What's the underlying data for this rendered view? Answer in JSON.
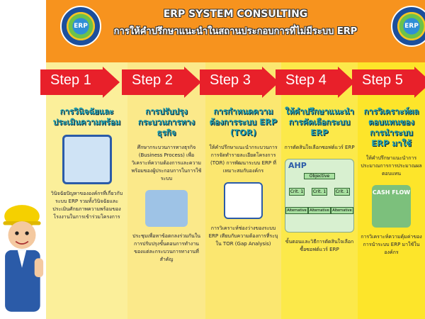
{
  "header": {
    "title": "ERP SYSTEM CONSULTING",
    "subtitle": "การให้คำปรึกษาแนะนำในสถานประกอบการที่ไม่มีระบบ ERP",
    "logo_text": "ERP"
  },
  "colors": {
    "header": "#f7931e",
    "arrow": "#e8202a",
    "heading": "#1f9fb0"
  },
  "steps": [
    {
      "label": "Step 1",
      "heading": "การวินิจฉัยและประเมินความพร้อม",
      "desc1": "วินิจฉัยปัญหาขององค์กรที่เกี่ยวกับระบบ ERP รวมทั้งวินิจฉัยและประเมินศักยภาพความพร้อมของโรงงานในการเข้าร่วมโครงการ",
      "desc2": "",
      "bg": "#fbef9a"
    },
    {
      "label": "Step 2",
      "heading": "การปรับปรุงกระบวนการทางธุรกิจ",
      "desc1": "ศึกษากระบวนการทางธุรกิจ (Business Process) เพื่อวิเคราะห์ความต้องการและความพร้อมของผู้ประกอบการในการใช้ระบบ",
      "desc2": "ประชุมเพื่อหาข้อตกลงร่วมกันในการปรับปรุงขั้นตอนการทำงานของแต่ละกระบวนการทางานที่สำคัญ",
      "bg": "#fbe98a"
    },
    {
      "label": "Step 3",
      "heading": "การกำหนดความต้องการระบบ ERP (TOR)",
      "desc1": "ให้คำปรึกษาแนะนำกระบวนการการจัดทำรายละเอียดโครงการ (TOR) การพัฒนาระบบ ERP ที่เหมาะสมกับองค์กร",
      "desc2": "การวิเคราะห์ช่องว่างของระบบ ERP เทียบกับความต้องการที่ระบุใน TOR (Gap Analysis)",
      "bg": "#fbe770"
    },
    {
      "label": "Step 4",
      "heading": "ให้คำปรึกษาแนะนำการคัดเลือกระบบ ERP",
      "desc1": "การตัดสินใจเลือกซอฟต์แวร์ ERP",
      "desc2": "ขั้นตอนและวิธีการตัดสินใจเลือกซื้อซอฟต์แวร์ ERP",
      "bg": "#fce94a"
    },
    {
      "label": "Step 5",
      "heading": "การวิเคราะห์ผลตอบแทนของการนำระบบ ERP มาใช้",
      "desc1": "ให้คำปรึกษาแนะนำการประมาณการการประมาณผลตอบแทน",
      "desc2": "การวิเคราะห์ความคุ้มค่าของการนำระบบ ERP มาใช้ในองค์กร",
      "bg": "#fde52a"
    }
  ],
  "ahp": {
    "title": "AHP",
    "objective": "Objective",
    "criteria": [
      "Crit. 1",
      "Crit. 1",
      "Crit. 1"
    ],
    "alternatives": [
      "Alternative",
      "Alternative",
      "Alternative"
    ]
  },
  "cash": "CASH FLOW"
}
